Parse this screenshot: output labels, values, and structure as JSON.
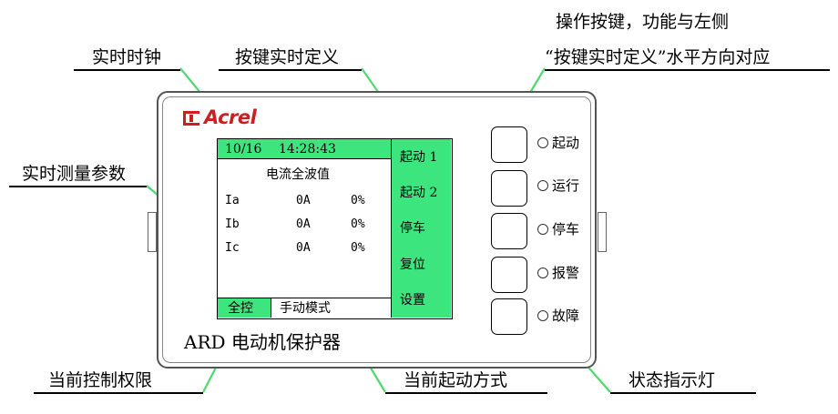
{
  "callouts": {
    "clock": "实时时钟",
    "key_def": "按键实时定义",
    "buttons_line1": "操作按键，功能与左侧",
    "buttons_line2": "“按键实时定义”水平方向对应",
    "measure": "实时测量参数",
    "ctrl_authority": "当前控制权限",
    "start_mode": "当前起动方式",
    "status_led": "状态指示灯"
  },
  "brand": {
    "name": "Acrel",
    "color": "#cc1f1f"
  },
  "device_model": "ARD 电动机保护器",
  "lcd": {
    "accent_color": "#3ce57d",
    "date": "10/16",
    "time": "14:28:43",
    "title": "电流全波值",
    "rows": [
      {
        "name": "Ia",
        "value": "0A",
        "pct": "0%"
      },
      {
        "name": "Ib",
        "value": "0A",
        "pct": "0%"
      },
      {
        "name": "Ic",
        "value": "0A",
        "pct": "0%"
      }
    ],
    "side_menu": [
      "起动 1",
      "起动 2",
      "停车",
      "复位",
      "设置"
    ],
    "control": "全控",
    "mode": "手动模式"
  },
  "indicators": [
    "起动",
    "运行",
    "停车",
    "报警",
    "故障"
  ]
}
